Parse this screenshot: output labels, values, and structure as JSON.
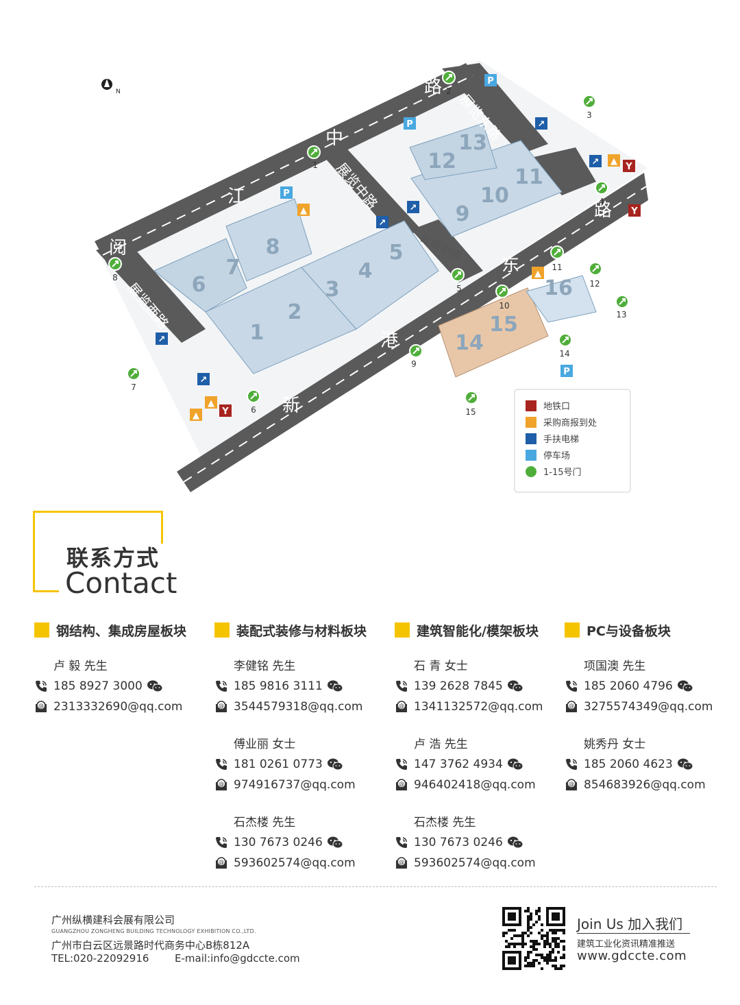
{
  "map": {
    "compass": "N",
    "roads": {
      "zhongjiang": [
        "阅",
        "江",
        "中",
        "路"
      ],
      "yanzi_west": "展览西路",
      "yanzi_middle": "展览中路",
      "yanzi_east": "展览东路",
      "new_port_east": [
        "新",
        "港",
        "东",
        "路"
      ],
      "bridge": "会展中桥"
    },
    "halls": [
      "1",
      "2",
      "3",
      "4",
      "5",
      "6",
      "7",
      "8",
      "9",
      "10",
      "11",
      "12",
      "13",
      "14",
      "15",
      "16"
    ],
    "gates": [
      "1",
      "2",
      "3",
      "4",
      "5",
      "6",
      "7",
      "8",
      "9",
      "10",
      "11",
      "12",
      "13",
      "14",
      "15"
    ],
    "legend": [
      {
        "icon": "metro-icon",
        "label": "地铁口",
        "color": "#a8241f"
      },
      {
        "icon": "buyer-registration-icon",
        "label": "采购商报到处",
        "color": "#f0a32a"
      },
      {
        "icon": "escalator-icon",
        "label": "手扶电梯",
        "color": "#1f5ea8"
      },
      {
        "icon": "parking-icon",
        "label": "停车场",
        "color": "#49a8e0"
      },
      {
        "icon": "gate-icon",
        "label": "1-15号门",
        "color": "#4fae3a"
      }
    ]
  },
  "contact": {
    "title_cn": "联系方式",
    "title_en": "Contact",
    "columns": [
      {
        "title": "钢结构、集成房屋板块",
        "people": [
          {
            "name": "卢 毅  先生",
            "phone": "185 8927 3000",
            "email": "2313332690@qq.com"
          }
        ]
      },
      {
        "title": "装配式装修与材料板块",
        "people": [
          {
            "name": "李健铭  先生",
            "phone": "185 9816 3111",
            "email": "3544579318@qq.com"
          },
          {
            "name": "傅业丽  女士",
            "phone": "181 0261 0773",
            "email": "974916737@qq.com"
          },
          {
            "name": "石杰楼  先生",
            "phone": "130 7673 0246",
            "email": "593602574@qq.com"
          }
        ]
      },
      {
        "title": "建筑智能化/模架板块",
        "people": [
          {
            "name": "石 青  女士",
            "phone": "139 2628 7845",
            "email": "1341132572@qq.com"
          },
          {
            "name": "卢 浩  先生",
            "phone": "147 3762 4934",
            "email": "946402418@qq.com"
          },
          {
            "name": "石杰楼  先生",
            "phone": "130 7673 0246",
            "email": "593602574@qq.com"
          }
        ]
      },
      {
        "title": "PC与设备板块",
        "people": [
          {
            "name": "项国澳  先生",
            "phone": "185 2060 4796",
            "email": "3275574349@qq.com"
          },
          {
            "name": "姚秀丹  女士",
            "phone": "185 2060 4623",
            "email": "854683926@qq.com"
          }
        ]
      }
    ]
  },
  "footer": {
    "company_cn": "广州纵横建科会展有限公司",
    "company_en": "GUANGZHOU ZONGHENG BUILDING TECHNOLOGY EXHIBITION CO.,LTD.",
    "address": "广州市白云区远景路时代商务中心B栋812A",
    "tel": "TEL:020-22092916",
    "email": "E-mail:info@gdccte.com",
    "join": "Join Us 加入我们",
    "join_sub": "建筑工业化资讯精准推送",
    "website": "www.gdccte.com"
  }
}
